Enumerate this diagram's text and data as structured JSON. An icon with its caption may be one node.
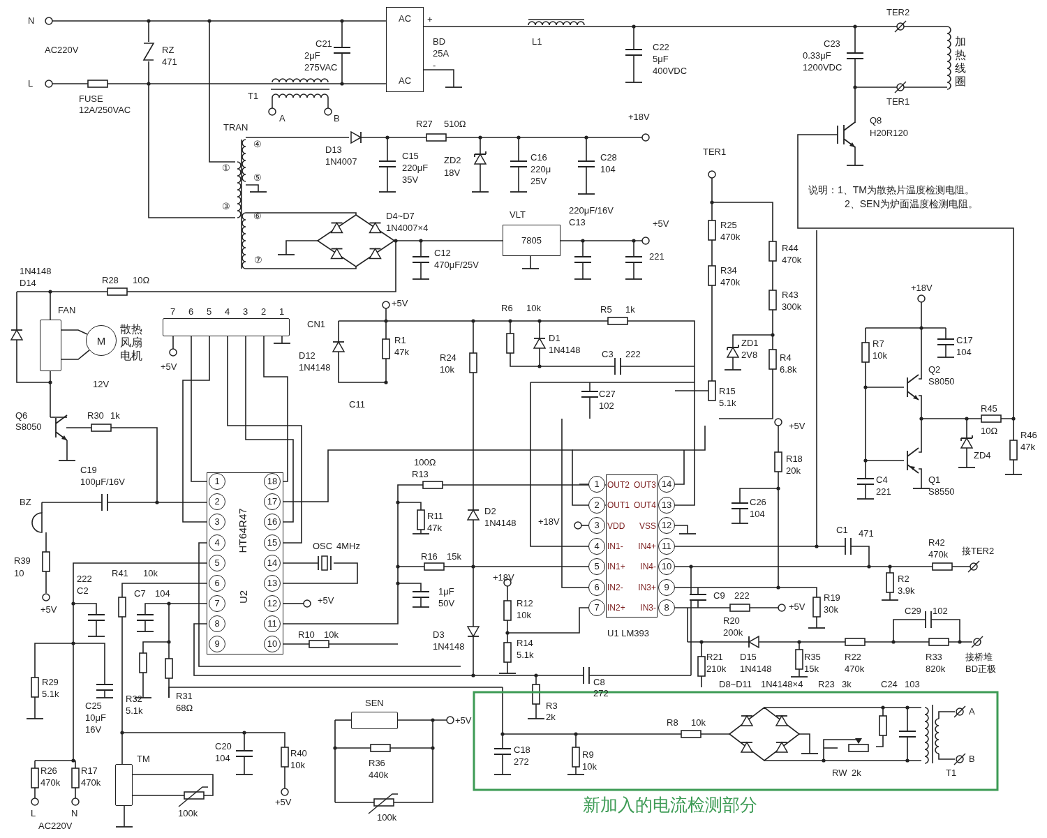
{
  "diagram": {
    "nodes": [
      {
        "text": [
          "AC",
          "AC"
        ]
      },
      {
        "text": [
          "7805"
        ]
      },
      {
        "text": [],
        "shape": "box",
        "beside": [
          "FAN"
        ]
      },
      {
        "text": [
          "M"
        ],
        "beside": [
          "12V",
          "散热风扇电机"
        ]
      },
      {
        "text": [],
        "shape": "box",
        "beside": [
          "CN1"
        ]
      },
      {
        "text": [
          "HT64R47",
          "U2"
        ]
      },
      {
        "text": [
          "OUT2",
          "OUT3",
          "OUT1",
          "OUT4",
          "VDD",
          "VSS",
          "IN1-",
          "IN4+",
          "IN1+",
          "IN4-",
          "IN2-",
          "IN3+",
          "IN2+",
          "IN3-"
        ],
        "beside": [
          "U1 LM393"
        ]
      },
      {
        "text": [],
        "shape": "box",
        "beside": [
          "SEN"
        ]
      },
      {
        "text": [],
        "shape": "box",
        "beside": [
          "TM"
        ]
      }
    ],
    "edges": [
      {
        "from": 2,
        "to": 3,
        "arrow": "none"
      },
      {
        "from": 2,
        "to": 3,
        "arrow": "none"
      },
      {
        "from": 4,
        "to": 5,
        "arrow": "none"
      },
      {
        "from": 4,
        "to": 5,
        "arrow": "none"
      },
      {
        "from": 4,
        "to": 5,
        "arrow": "none"
      },
      {
        "from": 4,
        "to": 5,
        "arrow": "none"
      },
      {
        "from": 4,
        "to": 5,
        "arrow": "none"
      },
      {
        "from": 5,
        "to": 6,
        "arrow": "none"
      },
      {
        "from": 5,
        "to": 6,
        "arrow": "none"
      }
    ],
    "labels": [
      "N",
      "AC220V",
      "L",
      "RZ",
      "471",
      "FUSE",
      "12A/250VAC",
      "C21",
      "2μF",
      "275VAC",
      "T1",
      "A",
      "B",
      "TRAN",
      "①",
      "③",
      "④",
      "⑤",
      "⑥",
      "⑦",
      "+",
      "BD",
      "25A",
      "-",
      "L1",
      "C22",
      "5μF",
      "400VDC",
      "TER2",
      "C23",
      "0.33μF",
      "1200VDC",
      "加热线圈",
      "TER1",
      "Q8",
      "H20R120",
      "+18V",
      "R27",
      "510Ω",
      "D13",
      "1N4007",
      "C15",
      "220μF",
      "35V",
      "ZD2",
      "18V",
      "C16",
      "220μ",
      "25V",
      "C28",
      "104",
      "TER1",
      "说明：1、TM为散热片温度检测电阻。",
      "2、SEN为炉面温度检测电阻。",
      "D4~D7",
      "1N4007×4",
      "VLT",
      "220μF/16V",
      "C13",
      "+5V",
      "C12",
      "470μF/25V",
      "221",
      "R25",
      "470k",
      "R34",
      "470k",
      "R44",
      "470k",
      "R43",
      "300k",
      "1N4148",
      "D14",
      "R28",
      "10Ω",
      "7",
      "6",
      "5",
      "4",
      "3",
      "2",
      "1",
      "+5V",
      "D12",
      "1N4148",
      "+5V",
      "R1",
      "47k",
      "R24",
      "10k",
      "R6",
      "10k",
      "R5",
      "1k",
      "D1",
      "1N4148",
      "C3",
      "222",
      "ZD1",
      "2V8",
      "R4",
      "6.8k",
      "+18V",
      "R7",
      "10k",
      "C17",
      "104",
      "Q2",
      "S8050",
      "C11",
      "C27",
      "102",
      "R15",
      "5.1k",
      "Q6",
      "S8050",
      "R30",
      "1k",
      "+5V",
      "R45",
      "10Ω",
      "R46",
      "47k",
      "ZD4",
      "C19",
      "100μF/16V",
      "Q1",
      "S8550",
      "C4",
      "221",
      "BZ",
      "R39",
      "10",
      "+5V",
      "222",
      "C2",
      "R41",
      "10k",
      "C7",
      "104",
      "R29",
      "5.1k",
      "C25",
      "10μF",
      "16V",
      "R32",
      "5.1k",
      "R31",
      "68Ω",
      "R26",
      "470k",
      "R17",
      "470k",
      "L",
      "N",
      "AC220V",
      "100k",
      "C20",
      "104",
      "R40",
      "10k",
      "+5V",
      "1",
      "2",
      "3",
      "4",
      "5",
      "6",
      "7",
      "8",
      "9",
      "18",
      "17",
      "16",
      "15",
      "14",
      "13",
      "12",
      "11",
      "10",
      "OSC",
      "4MHz",
      "+5V",
      "R10",
      "10k",
      "100Ω",
      "R13",
      "R11",
      "47k",
      "D2",
      "1N4148",
      "R16",
      "15k",
      "1μF",
      "50V",
      "D3",
      "1N4148",
      "+18V",
      "R12",
      "10k",
      "R14",
      "5.1k",
      "+18V",
      "1",
      "2",
      "3",
      "4",
      "5",
      "6",
      "7",
      "14",
      "13",
      "12",
      "11",
      "10",
      "9",
      "8",
      "R18",
      "20k",
      "C26",
      "104",
      "C1",
      "471",
      "R42",
      "470k",
      "接TER2",
      "R2",
      "3.9k",
      "C9",
      "222",
      "+5V",
      "R19",
      "30k",
      "R20",
      "200k",
      "C29",
      "102",
      "R21",
      "210k",
      "D15",
      "1N4148",
      "R35",
      "15k",
      "R22",
      "470k",
      "R33",
      "820k",
      "接桥堆",
      "BD正极",
      "C8",
      "272",
      "R3",
      "2k",
      "+5V",
      "R36",
      "440k",
      "100k",
      "D8~D11",
      "1N4148×4",
      "R23",
      "3k",
      "C24",
      "103",
      "R8",
      "10k",
      "C18",
      "272",
      "R9",
      "10k",
      "RW",
      "2k",
      "T1",
      "A",
      "B",
      "新加入的电流检测部分"
    ]
  }
}
